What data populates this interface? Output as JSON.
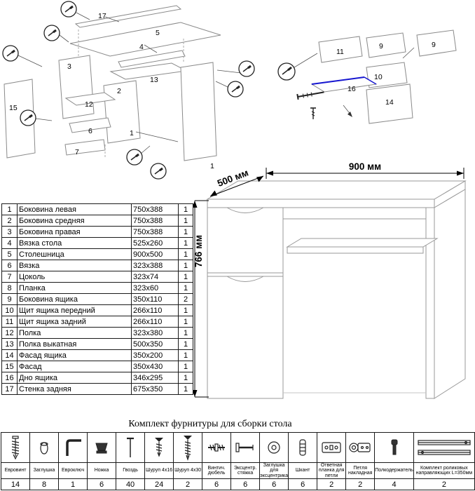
{
  "parts_table": {
    "rows": [
      {
        "n": "1",
        "name": "Боковина левая",
        "size": "750x388",
        "qty": "1"
      },
      {
        "n": "2",
        "name": "Боковина средняя",
        "size": "750x388",
        "qty": "1"
      },
      {
        "n": "3",
        "name": "Боковина правая",
        "size": "750x388",
        "qty": "1"
      },
      {
        "n": "4",
        "name": "Вязка стола",
        "size": "525x260",
        "qty": "1"
      },
      {
        "n": "5",
        "name": "Столешница",
        "size": "900x500",
        "qty": "1"
      },
      {
        "n": "6",
        "name": "Вязка",
        "size": "323x388",
        "qty": "1"
      },
      {
        "n": "7",
        "name": "Цоколь",
        "size": "323x74",
        "qty": "1"
      },
      {
        "n": "8",
        "name": "Планка",
        "size": "323x60",
        "qty": "1"
      },
      {
        "n": "9",
        "name": "Боковина ящика",
        "size": "350x110",
        "qty": "2"
      },
      {
        "n": "10",
        "name": "Щит ящика передний",
        "size": "266x110",
        "qty": "1"
      },
      {
        "n": "11",
        "name": "Щит ящика задний",
        "size": "266x110",
        "qty": "1"
      },
      {
        "n": "12",
        "name": "Полка",
        "size": "323x380",
        "qty": "1"
      },
      {
        "n": "13",
        "name": "Полка выкатная",
        "size": "500x350",
        "qty": "1"
      },
      {
        "n": "14",
        "name": "Фасад ящика",
        "size": "350x200",
        "qty": "1"
      },
      {
        "n": "15",
        "name": "Фасад",
        "size": "350x430",
        "qty": "1"
      },
      {
        "n": "16",
        "name": "Дно ящика",
        "size": "346x295",
        "qty": "1"
      },
      {
        "n": "17",
        "name": "Стенка задняя",
        "size": "675x350",
        "qty": "1"
      }
    ]
  },
  "desk": {
    "dim_width": "900 мм",
    "dim_depth": "500 мм",
    "dim_height": "766 мм"
  },
  "left_diagram": {
    "labels": [
      "17",
      "5",
      "4",
      "3",
      "13",
      "2",
      "12",
      "6",
      "1",
      "7",
      "15",
      "1"
    ]
  },
  "right_diagram": {
    "labels": [
      "11",
      "9",
      "9",
      "10",
      "16",
      "14"
    ],
    "accent_color": "#1616d0"
  },
  "hardware": {
    "title": "Комплект фурнитуры для сборки стола",
    "items": [
      {
        "label": "Евровинт",
        "qty": "14",
        "icon": "euro-screw-icon"
      },
      {
        "label": "Заглушка",
        "qty": "8",
        "icon": "plug-icon"
      },
      {
        "label": "Евроключ",
        "qty": "1",
        "icon": "hex-key-icon"
      },
      {
        "label": "Ножка",
        "qty": "6",
        "icon": "foot-icon"
      },
      {
        "label": "Гвоздь",
        "qty": "40",
        "icon": "nail-icon"
      },
      {
        "label": "Шуруп 4x16",
        "qty": "24",
        "icon": "screw-short-icon"
      },
      {
        "label": "Шуруп 4x30",
        "qty": "2",
        "icon": "screw-long-icon"
      },
      {
        "label": "Винтич. дюбель",
        "qty": "6",
        "icon": "dowel-screw-icon"
      },
      {
        "label": "Эксцентр. стяжка",
        "qty": "6",
        "icon": "eccentric-bolt-icon"
      },
      {
        "label": "Заглушка для эксцентрика",
        "qty": "6",
        "icon": "eccentric-cap-icon"
      },
      {
        "label": "Шкант",
        "qty": "6",
        "icon": "wood-dowel-icon"
      },
      {
        "label": "Ответная планка для петли",
        "qty": "2",
        "icon": "hinge-plate-icon"
      },
      {
        "label": "Петля накладная",
        "qty": "2",
        "icon": "hinge-icon"
      },
      {
        "label": "Полкодержатель",
        "qty": "4",
        "icon": "shelf-support-icon"
      },
      {
        "label": "Комплект роликовых направляющих L=350мм",
        "qty": "2",
        "icon": "roller-guides-icon"
      }
    ]
  }
}
